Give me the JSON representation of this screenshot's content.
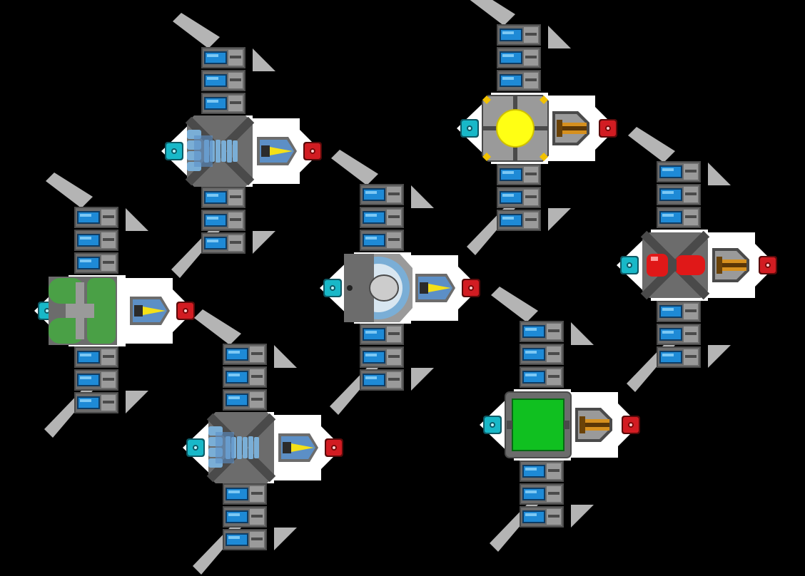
{
  "scene": {
    "background": "#000000",
    "palette": {
      "hull": "#ffffff",
      "hull_edge": "#d8d8d8",
      "fin": "#b4b4b4",
      "armor_dark": "#4a4a4a",
      "armor_mid": "#6c6c6c",
      "armor_light": "#9a9a9a",
      "cell_blue": "#1e8ad6",
      "cell_blue_light": "#7cc8f4",
      "cockpit_cyan": "#18b8c8",
      "reactor_red": "#d21c22",
      "laser_yellow": "#f4e018",
      "engine_blue": "#7aaed6",
      "cannon_orange": "#d6901e",
      "tank_green": "#4aa046",
      "reactor_core_yellow": "#ffff14",
      "shield_green": "#10c020",
      "warp_red": "#e01818"
    },
    "ships": [
      {
        "id": "ship-1",
        "core": "engine-blue",
        "weapon": "laser-yellow",
        "modules_per_arm": 3
      },
      {
        "id": "ship-2",
        "core": "tank-green",
        "weapon": "laser-yellow",
        "modules_per_arm": 3
      },
      {
        "id": "ship-3",
        "core": "engine-blue",
        "weapon": "laser-yellow",
        "modules_per_arm": 3
      },
      {
        "id": "ship-4",
        "core": "shield-dome",
        "weapon": "laser-yellow",
        "modules_per_arm": 3
      },
      {
        "id": "ship-5",
        "core": "sun-core",
        "weapon": "cannon-orange",
        "modules_per_arm": 3
      },
      {
        "id": "ship-6",
        "core": "warp-red",
        "weapon": "cannon-orange",
        "modules_per_arm": 3
      },
      {
        "id": "ship-7",
        "core": "green-screen",
        "weapon": "cannon-orange",
        "modules_per_arm": 3
      }
    ]
  }
}
